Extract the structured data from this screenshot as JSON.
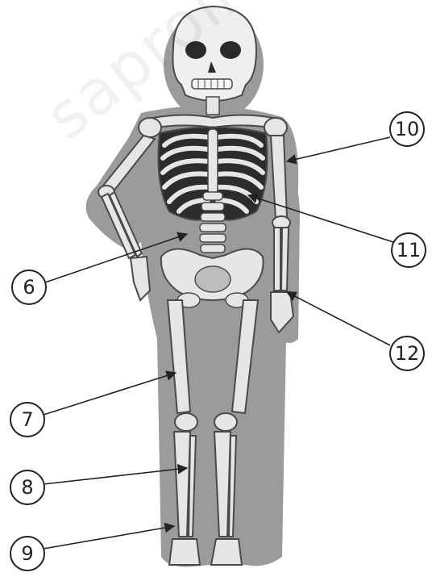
{
  "diagram": {
    "watermark": "saprolies",
    "labels": [
      {
        "id": "6",
        "text": "6"
      },
      {
        "id": "7",
        "text": "7"
      },
      {
        "id": "8",
        "text": "8"
      },
      {
        "id": "9",
        "text": "9"
      },
      {
        "id": "10",
        "text": "10"
      },
      {
        "id": "11",
        "text": "11"
      },
      {
        "id": "12",
        "text": "12"
      }
    ]
  },
  "colors": {
    "silhouette": "#9a9a9a",
    "bone": "#e6e6e6",
    "bone_outline": "#4a4a4a",
    "dark": "#2a2a2a",
    "line": "#222222"
  }
}
